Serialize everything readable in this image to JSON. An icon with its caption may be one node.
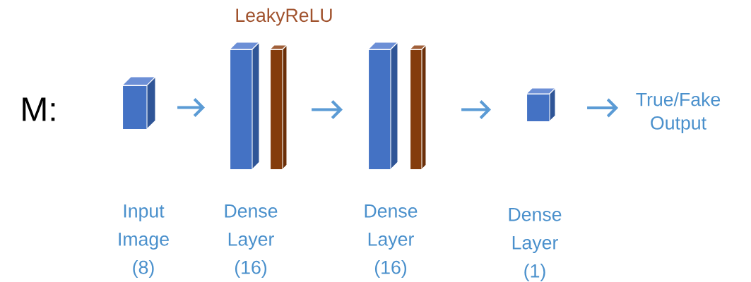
{
  "diagram": {
    "nodes": [
      {
        "text": [],
        "shape": "box",
        "beside": [
          "Input Image (8)"
        ]
      },
      {
        "text": [],
        "shape": "box",
        "beside": [
          "Dense Layer (16)"
        ]
      },
      {
        "text": [],
        "shape": "bar"
      },
      {
        "text": [],
        "shape": "box",
        "beside": [
          "Dense Layer (16)"
        ]
      },
      {
        "text": [],
        "shape": "bar"
      },
      {
        "text": [],
        "shape": "box"
      },
      {
        "text": [
          "True/Fake Output"
        ]
      }
    ],
    "edges": [
      {
        "from": 0,
        "to": 1,
        "arrow": "to"
      },
      {
        "from": 2,
        "to": 3,
        "arrow": "to"
      },
      {
        "from": 4,
        "to": 5,
        "arrow": "to"
      },
      {
        "from": 5,
        "to": 6,
        "arrow": "to"
      }
    ],
    "labels": [
      "LeakyReLU",
      "M:",
      "Dense Layer (1)"
    ]
  }
}
